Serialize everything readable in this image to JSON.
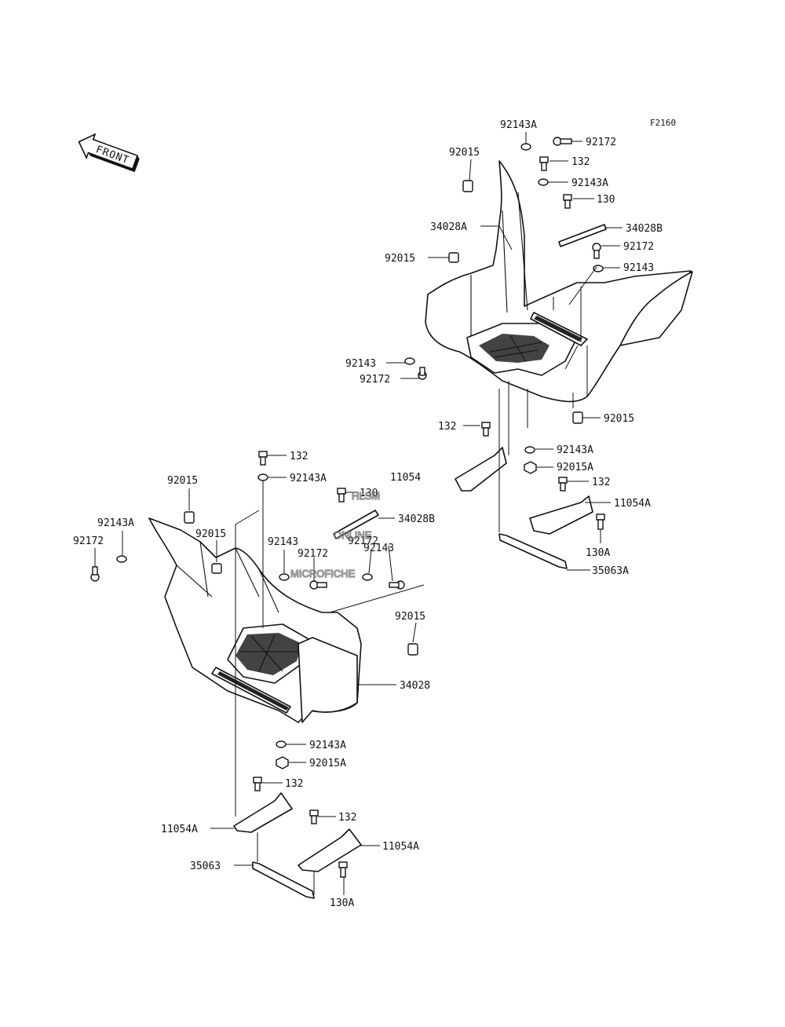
{
  "figure_id": "F2160",
  "front_label": "FRONT",
  "watermark": {
    "line1": "HLSM",
    "line2": "ONLINE",
    "line3": "MICROFICHE"
  },
  "labels": {
    "l01": "92143A",
    "l02": "92172",
    "l03": "92015",
    "l04": "132",
    "l05": "92143A",
    "l06": "130",
    "l07": "34028A",
    "l08": "34028B",
    "l09": "92015",
    "l10": "92172",
    "l11": "92143",
    "l12": "92143",
    "l13": "92172",
    "l14": "92015",
    "l15": "132",
    "l16": "92143A",
    "l17": "11054",
    "l18": "92015A",
    "l19": "132",
    "l20": "130",
    "l21": "11054A",
    "l22": "132",
    "l23": "92143A",
    "l24": "34028B",
    "l25": "92015",
    "l26": "92143A",
    "l27": "92015",
    "l28": "92172",
    "l29": "92143",
    "l30": "92172",
    "l31": "92172",
    "l32": "92143",
    "l33": "130A",
    "l34": "35063A",
    "l35": "92015",
    "l36": "34028",
    "l37": "92143A",
    "l38": "92015A",
    "l39": "132",
    "l40": "132",
    "l41": "11054A",
    "l42": "11054A",
    "l43": "35063",
    "l44": "130A"
  }
}
